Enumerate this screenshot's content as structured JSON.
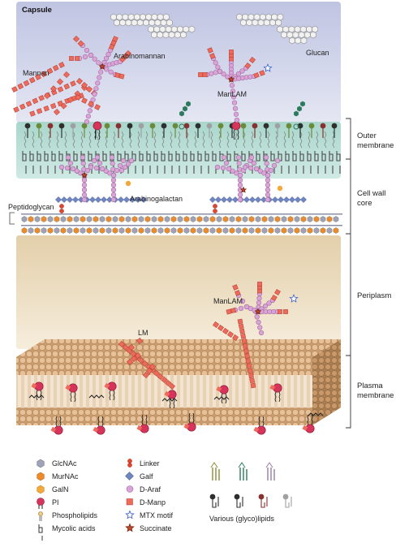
{
  "labels": {
    "capsule": "Capsule",
    "mannan": "Mannan",
    "arabinomannan": "Arabinomannan",
    "glucan": "Glucan",
    "manlam_top": "ManLAM",
    "arabinogalactan": "Arabinogalactan",
    "peptidoglycan": "Peptidoglycan",
    "lm": "LM",
    "manlam_bottom": "ManLAM"
  },
  "side_labels": {
    "outer_membrane": [
      "Outer",
      "membrane"
    ],
    "cell_wall_core": [
      "Cell wall",
      "core"
    ],
    "periplasm": [
      "Periplasm"
    ],
    "plasma_membrane": [
      "Plasma",
      "membrane"
    ]
  },
  "legend": {
    "col1": [
      "GlcNAc",
      "MurNAc",
      "GalN",
      "PI",
      "Phospholipids",
      "Mycolic acids"
    ],
    "col2": [
      "Linker",
      "Galf",
      "D-Araf",
      "D-Manp",
      "MTX motif",
      "Succinate"
    ],
    "col3": "Various (glyco)lipids"
  },
  "colors": {
    "capsule_bg": "#c9cde6",
    "outer_membrane_bg": "#b9ddd6",
    "periplasm_bg": "#ecdcc0",
    "glcnac": "#9da3b8",
    "murnac": "#f08a24",
    "galn": "#f3a83a",
    "pi": "#d8345b",
    "linker": "#e0452f",
    "galf": "#6f86c2",
    "araf": "#d9a4d6",
    "manp": "#ee6b5c",
    "mtx": "#3a5fc9",
    "succinate": "#c4482a",
    "membrane_bead": "#d9b48f"
  }
}
